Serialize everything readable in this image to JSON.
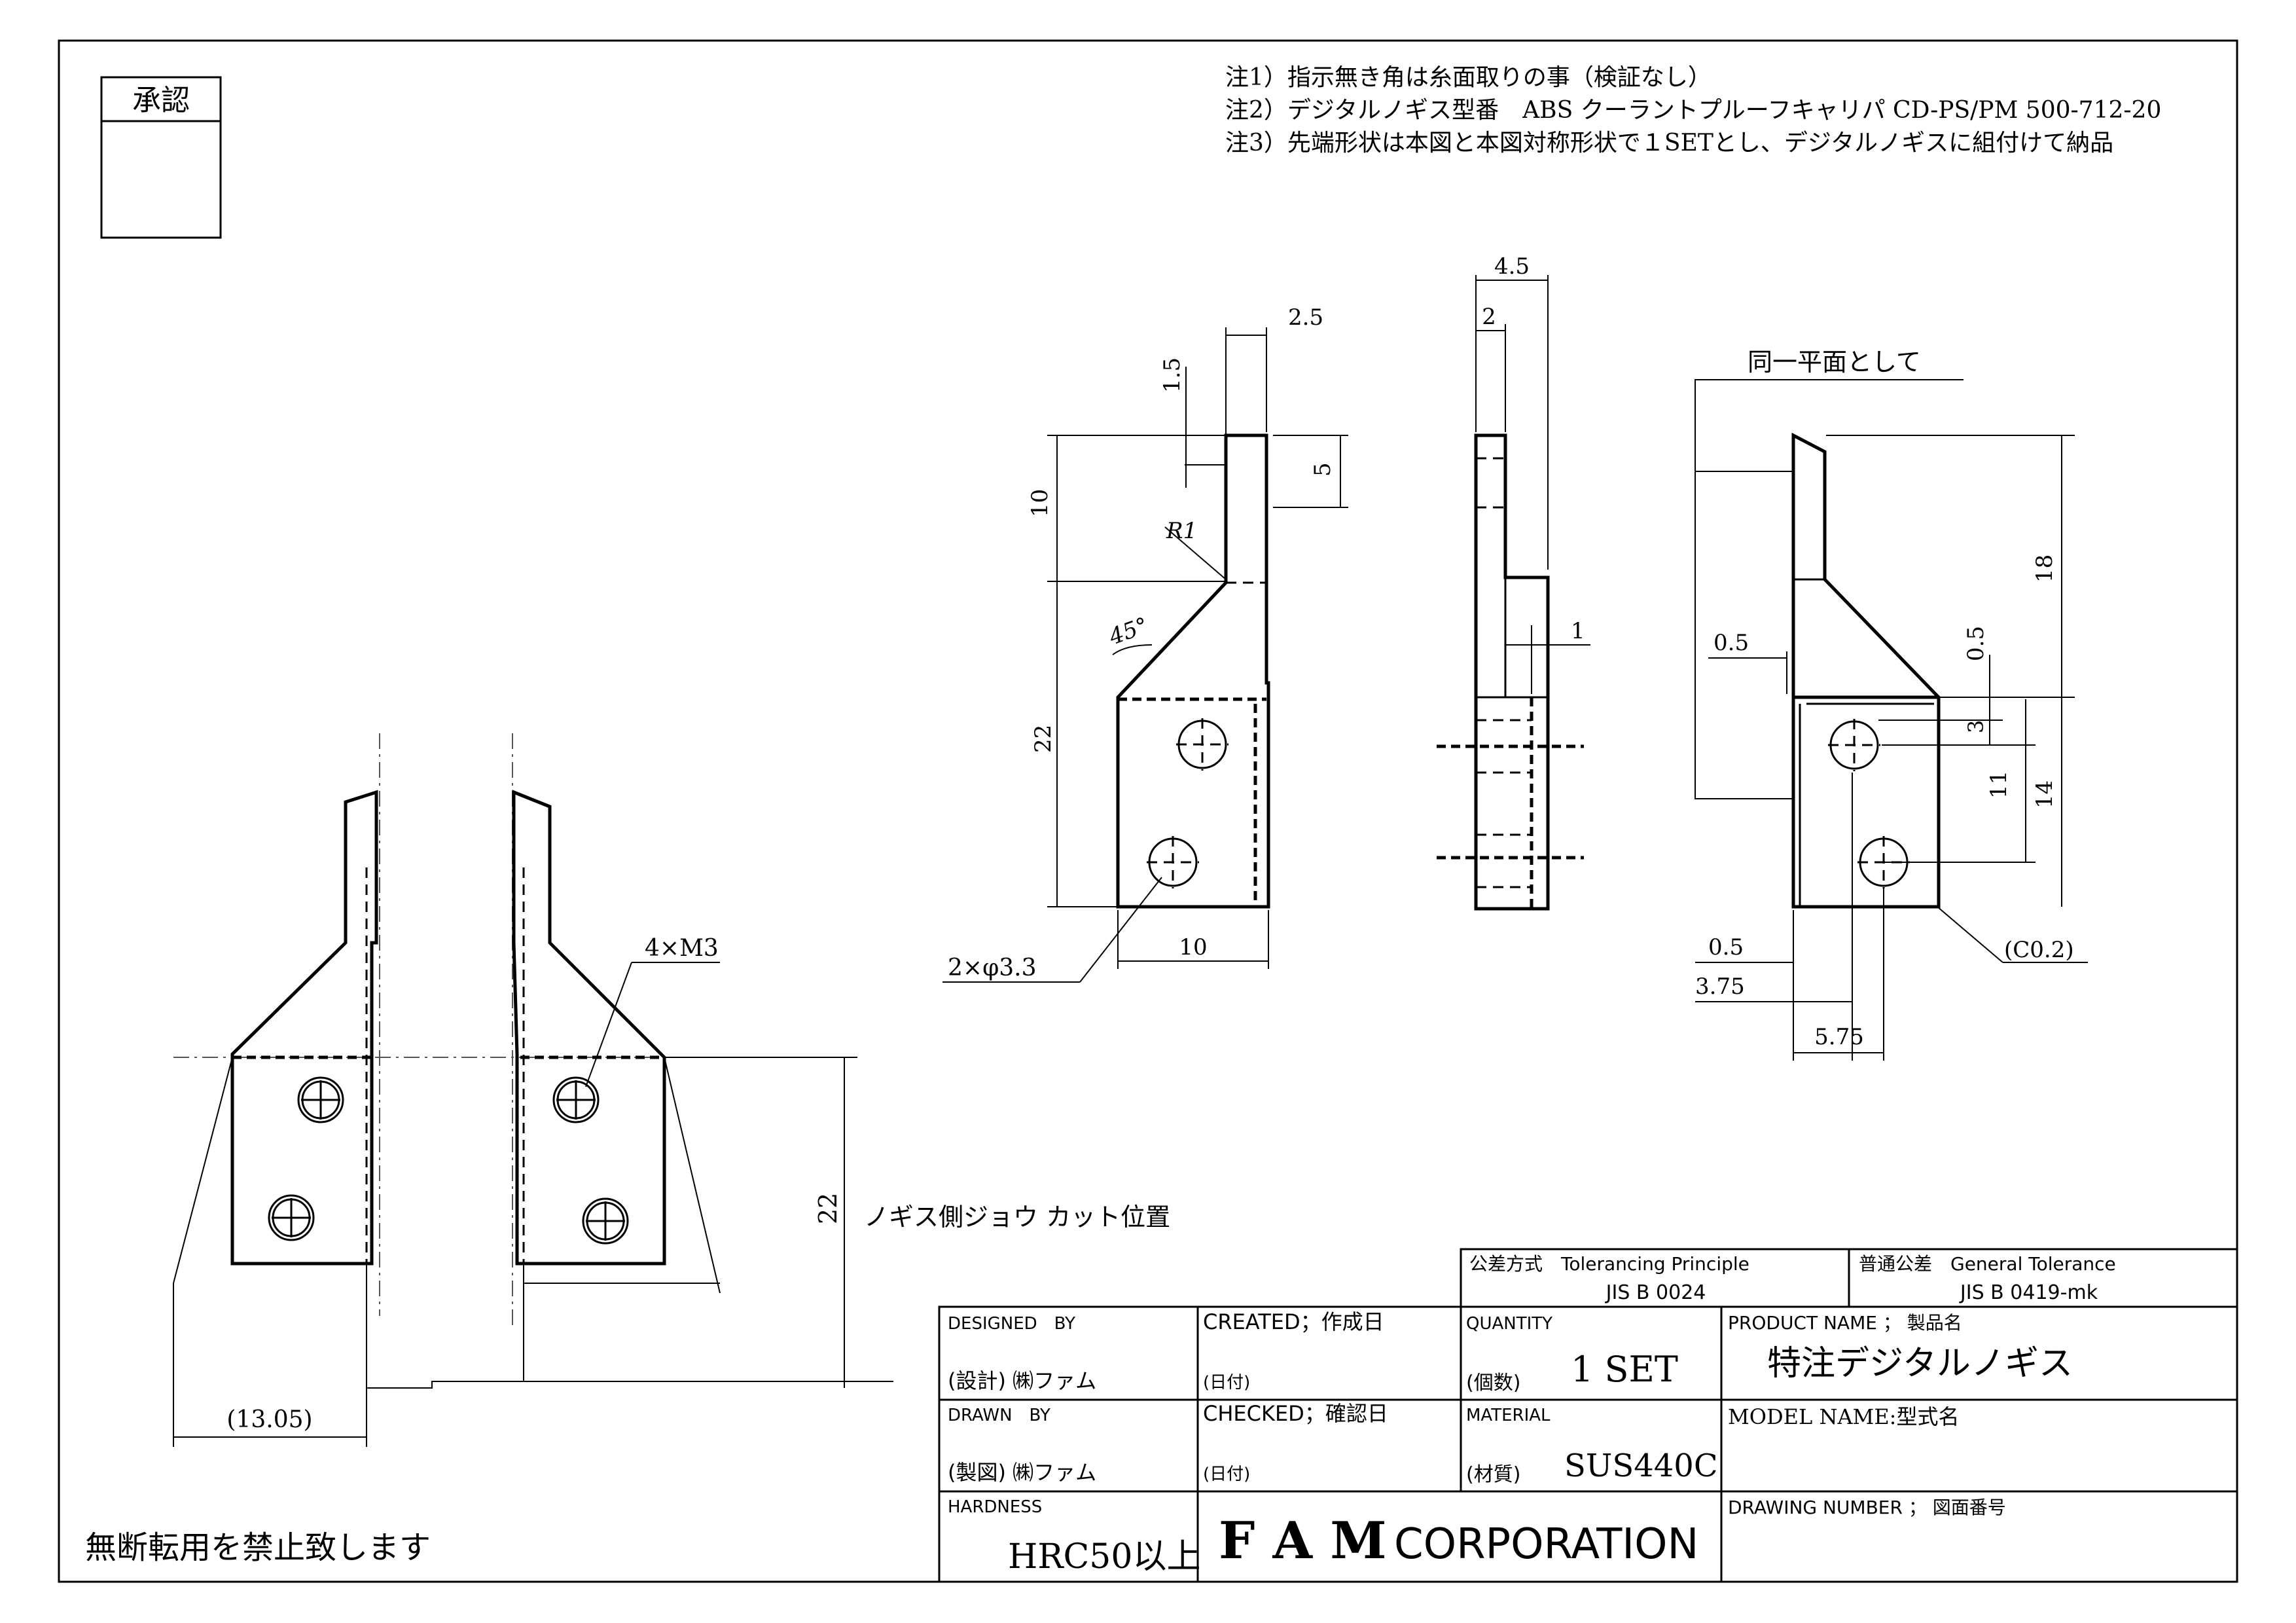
{
  "approval": {
    "label": "承認"
  },
  "notes": [
    "注1）指示無き角は糸面取りの事（検証なし）",
    "注2）デジタルノギス型番　ABS クーラントプルーフキャリパ CD-PS/PM 500-712-20",
    "注3）先端形状は本図と本図対称形状で１SETとし、デジタルノギスに組付けて納品"
  ],
  "dims": {
    "d_2_5": "2.5",
    "d_1_5": "1.5",
    "d_10_left": "10",
    "d_5": "5",
    "d_r1": "R1",
    "d_45": "45°",
    "d_22_front": "22",
    "d_10_bottom": "10",
    "d_holes": "2×φ3.3",
    "d_4_5": "4.5",
    "d_2": "2",
    "d_1": "1",
    "coplanar": "同一平面として",
    "d_0_5_top": "0.5",
    "d_0_5_right": "0.5",
    "d_18": "18",
    "d_3": "3",
    "d_11": "11",
    "d_14": "14",
    "d_0_5_bottom": "0.5",
    "d_3_75": "3.75",
    "d_5_75": "5.75",
    "d_c02": "(C0.2)",
    "d_4m3": "4×M3",
    "d_22_assembly": "22",
    "jaw_cut": "ノギス側ジョウ カット位置",
    "d_13_05": "(13.05)"
  },
  "footer_note": "無断転用を禁止致します",
  "title_block": {
    "tol_principle_label": "公差方式　Tolerancing Principle",
    "tol_principle_value": "JIS B 0024",
    "gen_tol_label": "普通公差　General Tolerance",
    "gen_tol_value": "JIS B 0419-mk",
    "designed_by_label": "DESIGNED　BY",
    "designed_by_value": "(設計) ㈱ファム",
    "created_label": "CREATED；作成日",
    "created_date": "(日付)",
    "quantity_label": "QUANTITY",
    "quantity_unit": "(個数)",
    "quantity_value": "1 SET",
    "product_label": "PRODUCT NAME ； 製品名",
    "product_value": "特注デジタルノギス",
    "drawn_by_label": "DRAWN　BY",
    "drawn_by_value": "(製図) ㈱ファム",
    "checked_label": "CHECKED；確認日",
    "checked_date": "(日付)",
    "material_label": "MATERIAL",
    "material_unit": "(材質)",
    "material_value": "SUS440C",
    "model_label": "MODEL NAME:型式名",
    "hardness_label": "HARDNESS",
    "hardness_value": "HRC50以上",
    "company_a": "F A M",
    "company_b": "CORPORATION",
    "drawing_number_label": "DRAWING NUMBER ； 図面番号"
  }
}
